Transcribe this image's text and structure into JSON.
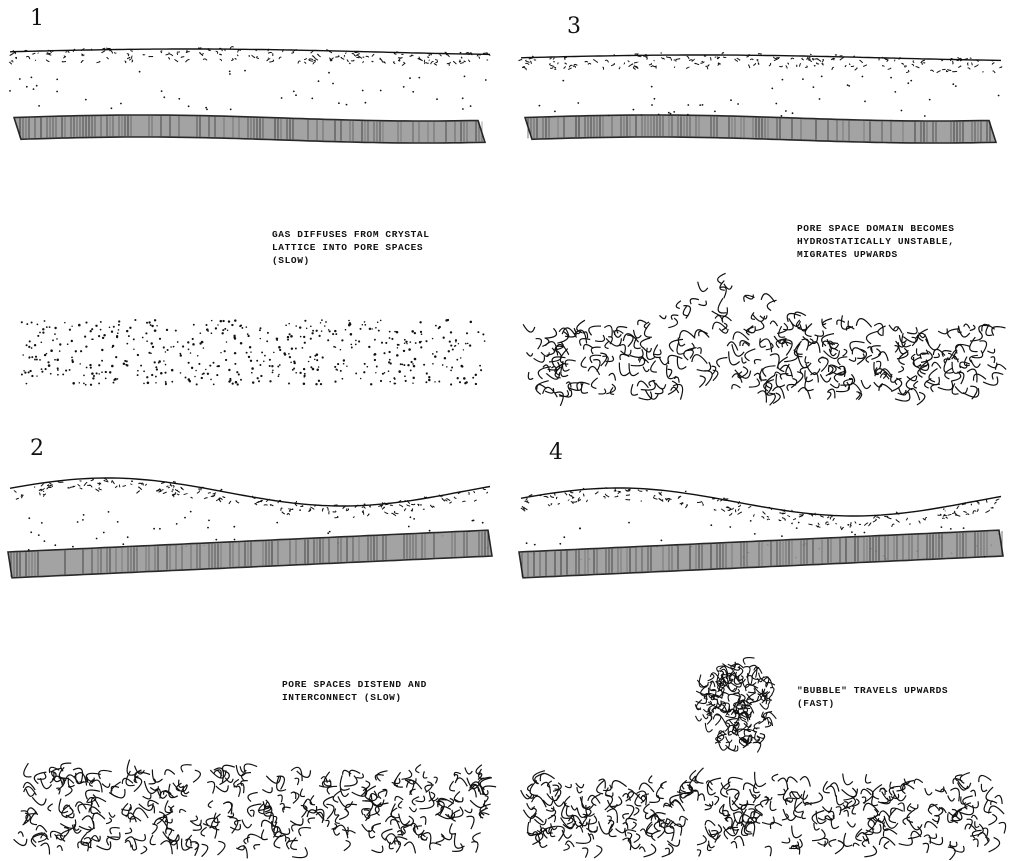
{
  "panels": [
    {
      "id": "1",
      "number": "1",
      "caption": [
        "GAS DIFFUSES FROM CRYSTAL",
        "LATTICE INTO PORE SPACES",
        "(SLOW)"
      ]
    },
    {
      "id": "2",
      "number": "2",
      "caption": [
        "PORE SPACES DISTEND AND",
        "INTERCONNECT (SLOW)"
      ]
    },
    {
      "id": "3",
      "number": "3",
      "caption": [
        "PORE SPACE DOMAIN BECOMES",
        "HYDROSTATICALLY UNSTABLE,",
        "MIGRATES UPWARDS"
      ]
    },
    {
      "id": "4",
      "number": "4",
      "caption": [
        "\"BUBBLE\" TRAVELS UPWARDS",
        "(FAST)"
      ]
    }
  ],
  "colors": {
    "ink": "#111111",
    "band_fill": "#9a9a9a",
    "paper": "#ffffff"
  }
}
